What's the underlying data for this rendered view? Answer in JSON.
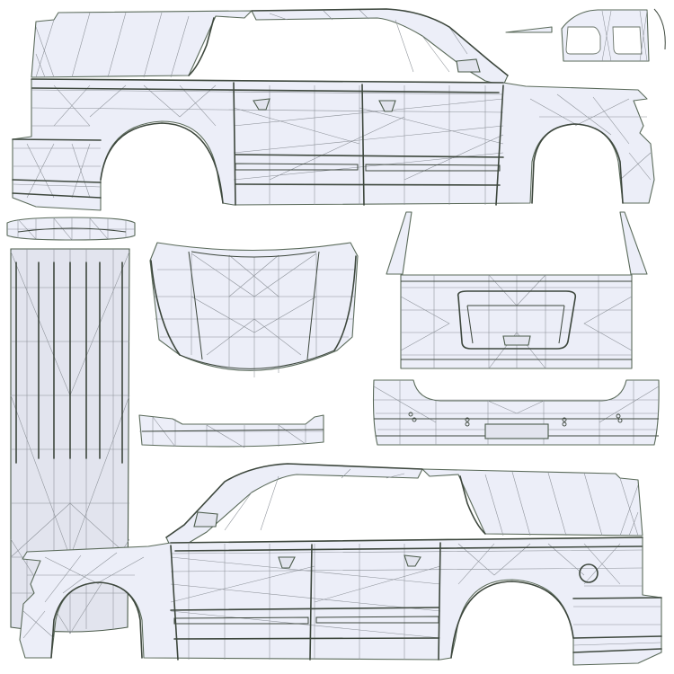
{
  "image": {
    "kind": "UV wireframe texture template",
    "subject": "SUV body panels",
    "background_color": "#ffffff",
    "panel_fill_color": "#eceef8",
    "mesh_line_color": "#8a8f96",
    "seam_line_color": "#3d473d"
  },
  "parts": [
    {
      "id": "side-left-top",
      "label": "Side body panel (upper layout, faces right)"
    },
    {
      "id": "small-strip",
      "label": "Small trim strip"
    },
    {
      "id": "door-frame",
      "label": "Door frame outline"
    },
    {
      "id": "arc-piece",
      "label": "Curved trim arc"
    },
    {
      "id": "roof-spoiler",
      "label": "Roof spoiler"
    },
    {
      "id": "roof-panel",
      "label": "Roof panel with ribs"
    },
    {
      "id": "hood",
      "label": "Hood"
    },
    {
      "id": "front-bumper-strip",
      "label": "Front fascia strip"
    },
    {
      "id": "tailgate",
      "label": "Tailgate with license plate recess"
    },
    {
      "id": "rear-bumper",
      "label": "Rear bumper"
    },
    {
      "id": "side-right-bottom",
      "label": "Side body panel (lower layout, faces left)"
    }
  ],
  "features": {
    "fuel_door": "circle on lower side panel rear quarter",
    "roof_ribs_count": 7,
    "rear_bumper_sensor_dots": 8
  }
}
